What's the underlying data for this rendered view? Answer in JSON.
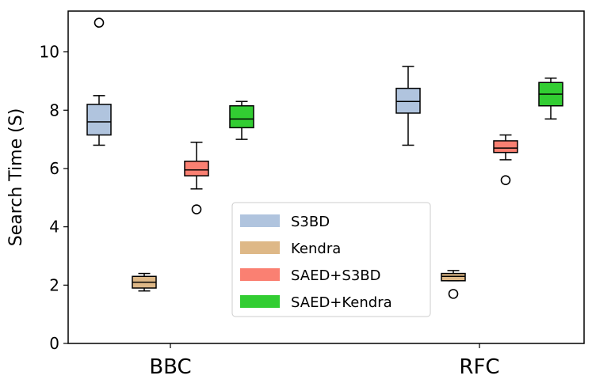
{
  "chart_data": {
    "type": "box",
    "categories": [
      "BBC",
      "RFC"
    ],
    "ylabel": "Search Time (S)",
    "xlabel": "",
    "ylim": [
      0,
      11.4
    ],
    "yticks": [
      0,
      2,
      4,
      6,
      8,
      10
    ],
    "grid": false,
    "legend_position": "lower-center",
    "series": [
      {
        "name": "S3BD",
        "color": "#b0c4de",
        "boxes": [
          {
            "category": "BBC",
            "whisker_low": 6.8,
            "q1": 7.15,
            "median": 7.6,
            "q3": 8.2,
            "whisker_high": 8.5,
            "outliers": [
              11.0
            ]
          },
          {
            "category": "RFC",
            "whisker_low": 6.8,
            "q1": 7.9,
            "median": 8.3,
            "q3": 8.75,
            "whisker_high": 9.5,
            "outliers": []
          }
        ]
      },
      {
        "name": "Kendra",
        "color": "#deb887",
        "boxes": [
          {
            "category": "BBC",
            "whisker_low": 1.8,
            "q1": 1.9,
            "median": 2.1,
            "q3": 2.3,
            "whisker_high": 2.4,
            "outliers": []
          },
          {
            "category": "RFC",
            "whisker_low": 2.15,
            "q1": 2.15,
            "median": 2.3,
            "q3": 2.4,
            "whisker_high": 2.5,
            "outliers": [
              1.7
            ]
          }
        ]
      },
      {
        "name": "SAED+S3BD",
        "color": "#fa8072",
        "boxes": [
          {
            "category": "BBC",
            "whisker_low": 5.3,
            "q1": 5.75,
            "median": 5.95,
            "q3": 6.25,
            "whisker_high": 6.9,
            "outliers": [
              4.6
            ]
          },
          {
            "category": "RFC",
            "whisker_low": 6.3,
            "q1": 6.55,
            "median": 6.7,
            "q3": 6.95,
            "whisker_high": 7.15,
            "outliers": [
              5.6
            ]
          }
        ]
      },
      {
        "name": "SAED+Kendra",
        "color": "#32cd32",
        "boxes": [
          {
            "category": "BBC",
            "whisker_low": 7.0,
            "q1": 7.4,
            "median": 7.7,
            "q3": 8.15,
            "whisker_high": 8.3,
            "outliers": []
          },
          {
            "category": "RFC",
            "whisker_low": 7.7,
            "q1": 8.15,
            "median": 8.55,
            "q3": 8.95,
            "whisker_high": 9.1,
            "outliers": []
          }
        ]
      }
    ]
  }
}
